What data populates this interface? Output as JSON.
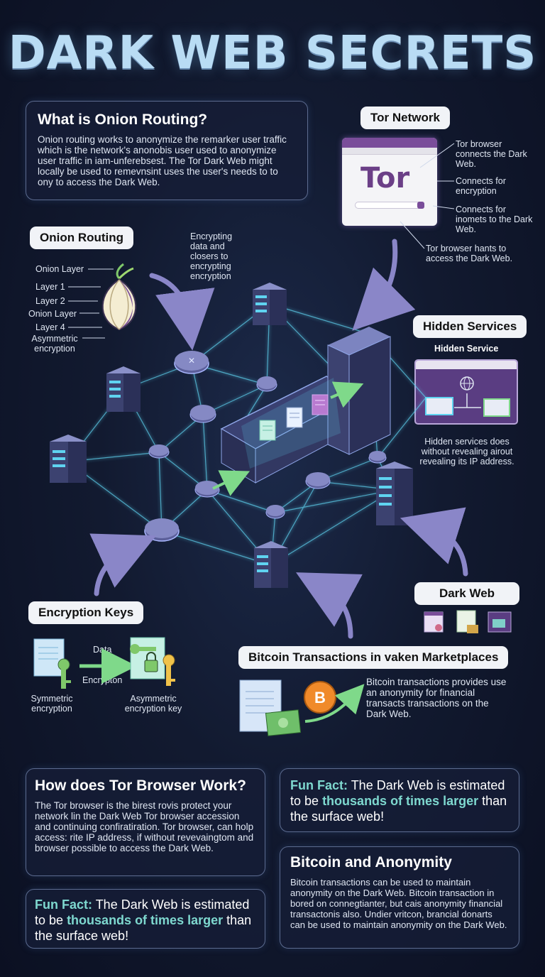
{
  "title": "DARK WEB SECRETS",
  "onion_routing_box": {
    "heading": "What is Onion Routing?",
    "body": "Onion routing works to anonymize the remarker user traffic which is the network's anonobis user used to anonymize user traffic in iam-unferebsest. The Tor Dark Web might locally be used to remevnsint uses the user's needs to to ony to access the Dark Web."
  },
  "tor_network": {
    "label": "Tor Network",
    "logo_text": "Tor",
    "notes": [
      "Tor browser connects the Dark Web.",
      "Connects for encryption",
      "Connects for inomets to the Dark Web.",
      "Tor browser hants to access the Dark Web."
    ]
  },
  "onion_routing": {
    "label": "Onion Routing",
    "side_note": "Encrypting data and closers to encrypting encryption",
    "layers": [
      "Onion Layer",
      "Layer 1",
      "Layer 2",
      "Onion Layer",
      "Layer 4",
      "Asymmetric encryption"
    ]
  },
  "hidden_services": {
    "label": "Hidden Services",
    "sub_label": "Hidden Service",
    "description": "Hidden services does without revealing airout revealing its IP address."
  },
  "dark_web": {
    "label": "Dark Web"
  },
  "encryption_keys": {
    "label": "Encryption Keys",
    "data_label": "Data",
    "encryption_label": "Encrypton",
    "symmetric_label": "Symmetric encryption",
    "asymmetric_label": "Asymmetric encryption key"
  },
  "bitcoin_marketplaces": {
    "label": "Bitcoin Transactions in vaken Marketplaces",
    "description": "Bitcoin transactions provides use an anonymity for financial transacts transactions on the Dark Web.",
    "coin_symbol": "B"
  },
  "tor_browser_box": {
    "heading": "How does Tor Browser Work?",
    "body": "The Tor browser is the birest rovis protect your network lin the Dark Web Tor browser accession and continuing confiratiration. Tor browser, can holp access: rite IP address, if without revevaingtom and browser possible to access the Dark Web."
  },
  "fun_fact_1": {
    "key": "Fun Fact:",
    "pre": "The Dark Web is estimated to be",
    "highlight": "thousands of times larger",
    "post": "than the surface web!"
  },
  "fun_fact_2": {
    "key": "Fun Fact:",
    "pre": "The Dark Web is estimated to be",
    "highlight": "thousands of times larger",
    "post": "than the surface web!"
  },
  "bitcoin_anonymity_box": {
    "heading": "Bitcoin and Anonymity",
    "body": "Bitcoin transactions can be used to maintain anonymity on the Dark Web. Bitcoin transaction in bored on connegtianter, but cais anonymity financial transactonis also. Undier vritcon, brancial donarts can be used to maintain anonymity on the Dark Web."
  },
  "colors": {
    "accent_teal": "#7ed8cf",
    "title_blue": "#b9dcf4",
    "tor_purple": "#6b3f87",
    "network_glow": "#5fd3f0"
  }
}
